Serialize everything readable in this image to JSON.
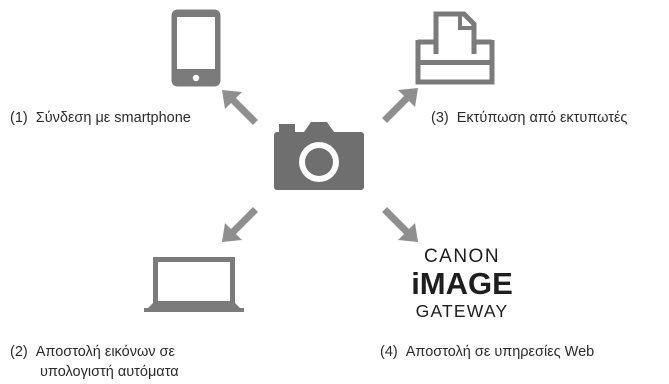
{
  "labels": {
    "smartphone": {
      "num": "(1)",
      "text": "Σύνδεση με smartphone"
    },
    "computer": {
      "num": "(2)",
      "text": "Αποστολή εικόνων σε",
      "text2": "υπολογιστή αυτόματα"
    },
    "printer": {
      "num": "(3)",
      "text": "Εκτύπωση από εκτυπωτές"
    },
    "web": {
      "num": "(4)",
      "text": "Αποστολή σε υπηρεσίες Web"
    }
  },
  "logo": {
    "line1": "CANON",
    "line2": "iMAGE",
    "line3": "GATEWAY"
  },
  "icons": {
    "center": "camera-icon",
    "smartphone": "smartphone-icon",
    "printer": "printer-icon",
    "computer": "laptop-icon"
  },
  "colors": {
    "icon": "#7b7b7b",
    "camera": "#6f6f6f",
    "arrow": "#8f8f8f",
    "text": "#2b2b2b"
  }
}
